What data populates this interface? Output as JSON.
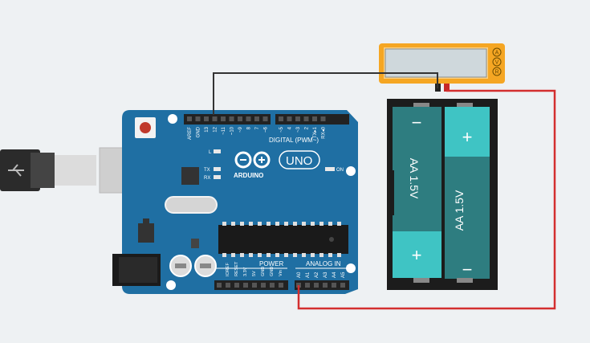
{
  "arduino": {
    "brand": "ARDUINO",
    "model": "UNO",
    "digital_header_label": "DIGITAL (PWM~)",
    "power_label": "POWER",
    "analog_label": "ANALOG IN",
    "on_label": "ON",
    "led_l": "L",
    "led_tx": "TX",
    "led_rx": "RX",
    "top_pins": [
      "AREF",
      "GND",
      "13",
      "12",
      "~11",
      "~10",
      "~9",
      "8",
      "7",
      "~6",
      "~5",
      "4",
      "~3",
      "2",
      "TX▸1",
      "RX◂0"
    ],
    "power_pins": [
      "IOREF",
      "RESET",
      "3.3V",
      "5V",
      "GND",
      "GND",
      "Vin"
    ],
    "analog_pins": [
      "A0",
      "A1",
      "A2",
      "A3",
      "A4",
      "A5"
    ]
  },
  "multimeter": {
    "modes": [
      "A",
      "V",
      "R"
    ],
    "active_mode": "V"
  },
  "battery": {
    "cells": [
      {
        "label": "AA 1.5V",
        "top_terminal": "−",
        "bottom_terminal": "+"
      },
      {
        "label": "AA 1.5V",
        "top_terminal": "+",
        "bottom_terminal": "−"
      }
    ]
  },
  "colors": {
    "board": "#1f6fa3",
    "wire_black": "#333333",
    "wire_red": "#d32f2f",
    "meter": "#f5a623",
    "cell_dark": "#2e7d80",
    "cell_light": "#3fc4c4"
  }
}
